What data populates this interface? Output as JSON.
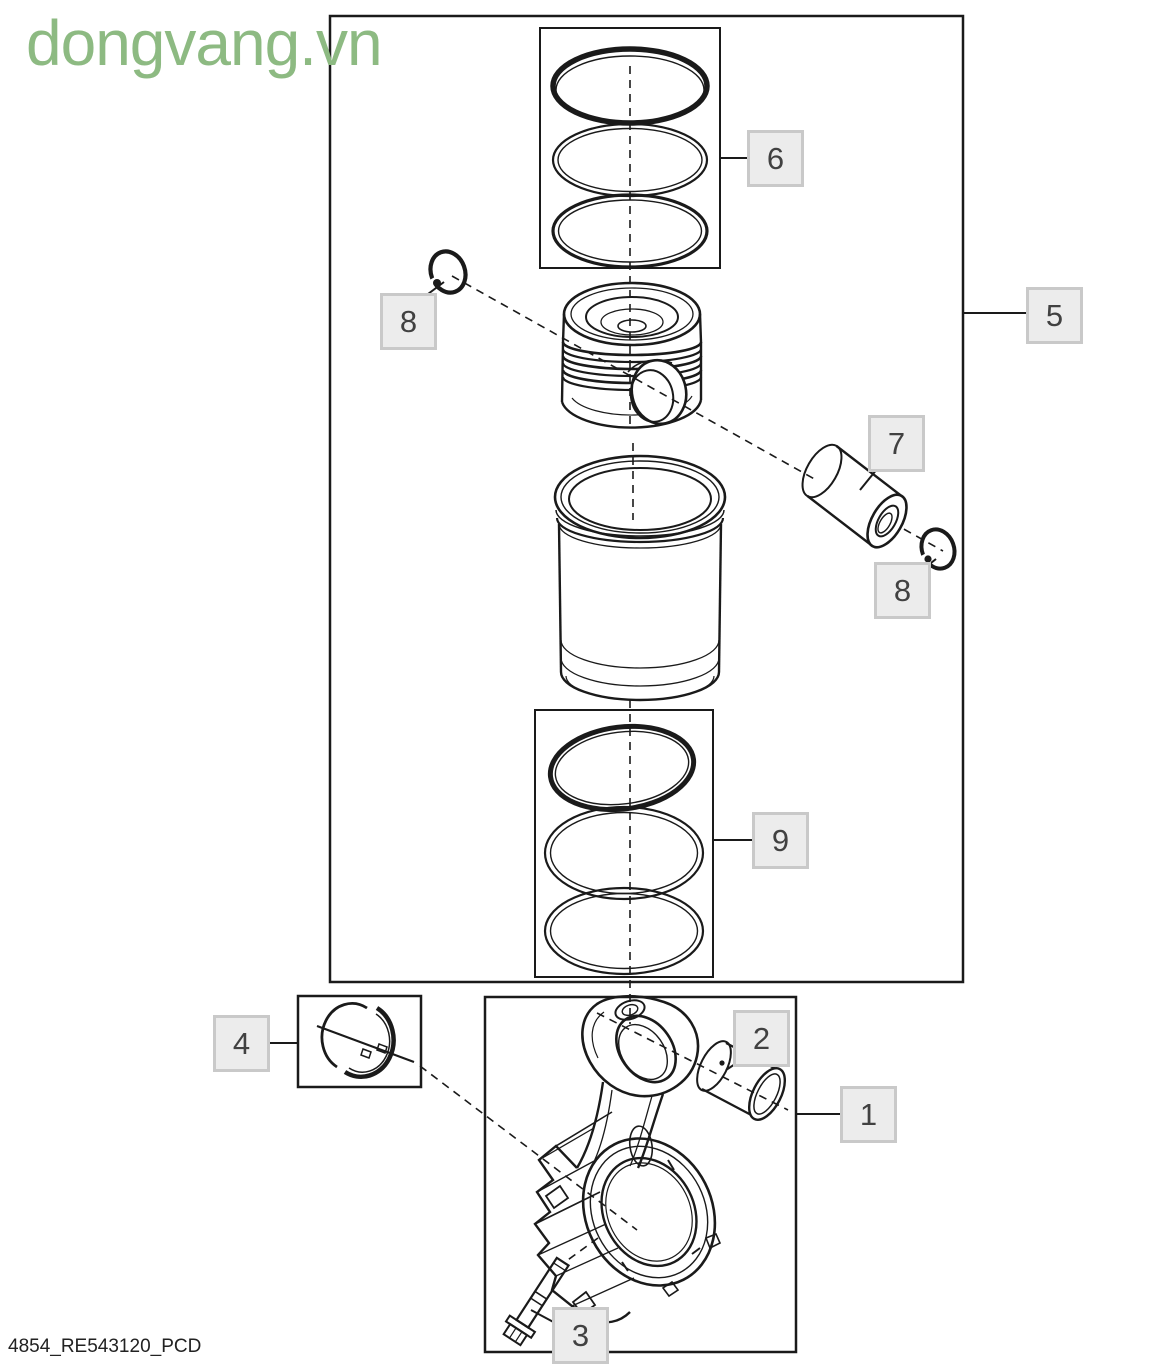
{
  "watermark": {
    "text": "dongvang.vn"
  },
  "footer": {
    "drawing_number": "4854_RE543120_PCD"
  },
  "colors": {
    "background": "#ffffff",
    "line": "#1a1a1a",
    "watermark_green": "#8dba82",
    "callout_fill": "#ececec",
    "callout_border": "#c9c9c9",
    "callout_text": "#414141"
  },
  "callouts": [
    {
      "label": "6"
    },
    {
      "label": "5"
    },
    {
      "label": "8"
    },
    {
      "label": "7"
    },
    {
      "label": "8"
    },
    {
      "label": "9"
    },
    {
      "label": "4"
    },
    {
      "label": "2"
    },
    {
      "label": "1"
    },
    {
      "label": "3"
    }
  ]
}
